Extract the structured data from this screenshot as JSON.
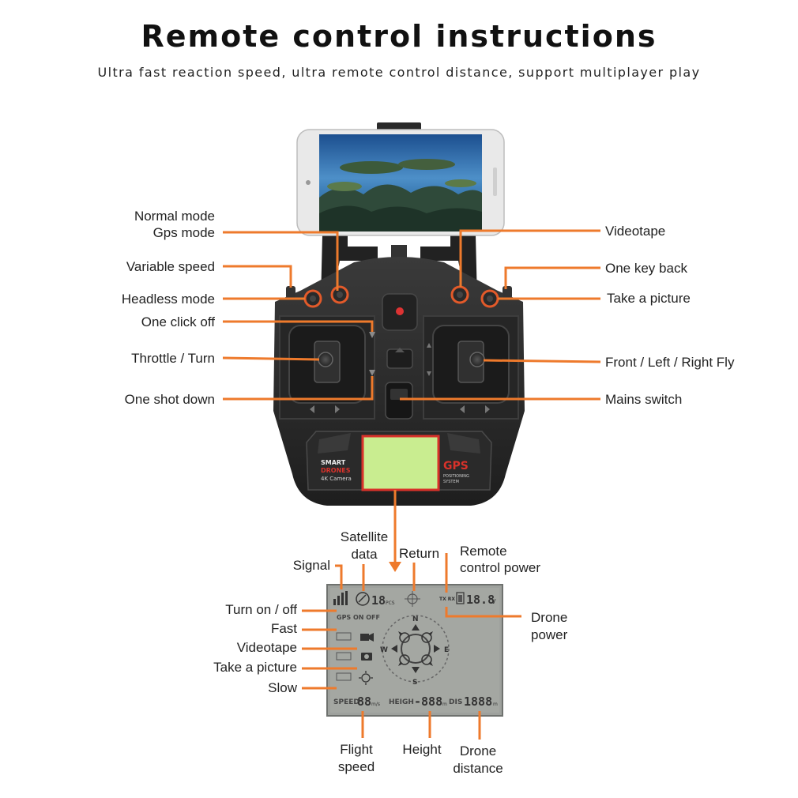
{
  "header": {
    "title": "Remote control instructions",
    "subtitle": "Ultra fast reaction speed, ultra remote control distance, support multiplayer play"
  },
  "controller_labels": {
    "normal_mode": "Normal mode",
    "gps_mode": "Gps mode",
    "variable_speed": "Variable speed",
    "headless_mode": "Headless mode",
    "one_click_off": "One click off",
    "throttle_turn": "Throttle / Turn",
    "one_shot_down": "One shot down",
    "videotape": "Videotape",
    "one_key_back": "One key back",
    "take_a_picture": "Take a picture",
    "front_left_right_fly": "Front / Left / Right Fly",
    "mains_switch": "Mains switch"
  },
  "controller_face": {
    "brand_line1": "SMART",
    "brand_line2": "DRONES",
    "brand_line3": "4K Camera",
    "gps_badge": "GPS",
    "gps_sub1": "POSITIONING",
    "gps_sub2": "SYSTEM"
  },
  "lcd_labels": {
    "satellite_data_1": "Satellite",
    "satellite_data_2": "data",
    "return": "Return",
    "remote_control_power_1": "Remote",
    "remote_control_power_2": "control power",
    "signal": "Signal",
    "turn_on_off": "Turn on / off",
    "fast": "Fast",
    "videotape": "Videotape",
    "take_a_picture": "Take a picture",
    "slow": "Slow",
    "drone_power_1": "Drone",
    "drone_power_2": "power",
    "flight_speed_1": "Flight",
    "flight_speed_2": "speed",
    "height": "Height",
    "drone_distance_1": "Drone",
    "drone_distance_2": "distance"
  },
  "lcd_display": {
    "satellite_count": "18",
    "satellite_unit": "PCS",
    "tx_rx": "TX RX",
    "voltage": "18.8",
    "voltage_unit": "V",
    "gps_on_off": "GPS  ON  OFF",
    "speed_label": "SPEED",
    "speed_value": "88",
    "speed_unit": "m/s",
    "height_label": "HEIGH",
    "height_value": "-888",
    "height_unit": "m",
    "dis_label": "DIS",
    "dis_value": "1888",
    "dis_unit": "m",
    "north": "N",
    "south": "S",
    "east": "E",
    "west": "W"
  },
  "colors": {
    "leader_line": "#ee7a2c",
    "controller_body": "#2c2c2c",
    "lcd_screen": "#c9ed90",
    "lcd_panel": "#9ea19d",
    "gps_red": "#d8322a"
  }
}
